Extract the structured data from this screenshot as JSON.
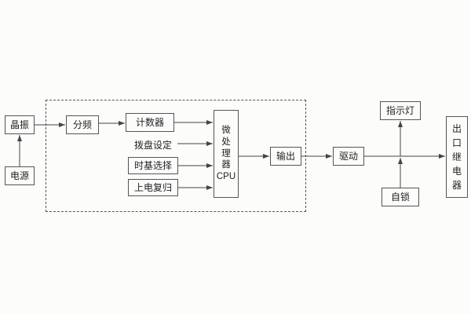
{
  "diagram": {
    "title": "relay-timer-block-diagram",
    "blocks": {
      "crystal": "晶振",
      "power": "电源",
      "divider": "分频",
      "counter": "计数器",
      "dial": "拨盘设定",
      "timebase": "时基选择",
      "reset": "上电复归",
      "cpu": "微\n处\n理\n器\nCPU",
      "output": "输出",
      "drive": "驱动",
      "indicator": "指示灯",
      "selflock": "自锁",
      "relay": "出\n口\n继\n电\n器"
    },
    "connections": [
      {
        "from": "电源",
        "to": "晶振"
      },
      {
        "from": "晶振",
        "to": "分频"
      },
      {
        "from": "分频",
        "to": "计数器"
      },
      {
        "from": "计数器",
        "to": "微处理器CPU"
      },
      {
        "from": "拨盘设定",
        "to": "微处理器CPU"
      },
      {
        "from": "时基选择",
        "to": "微处理器CPU"
      },
      {
        "from": "上电复归",
        "to": "微处理器CPU"
      },
      {
        "from": "微处理器CPU",
        "to": "输出"
      },
      {
        "from": "输出",
        "to": "驱动"
      },
      {
        "from": "驱动",
        "to": "出口继电器"
      },
      {
        "from": "驱动",
        "to": "指示灯"
      },
      {
        "from": "自锁",
        "to": "驱动-出口继电器线"
      }
    ],
    "colors": {
      "line": "#444444",
      "box_border": "#555555",
      "background": "#fcfcfb"
    }
  }
}
